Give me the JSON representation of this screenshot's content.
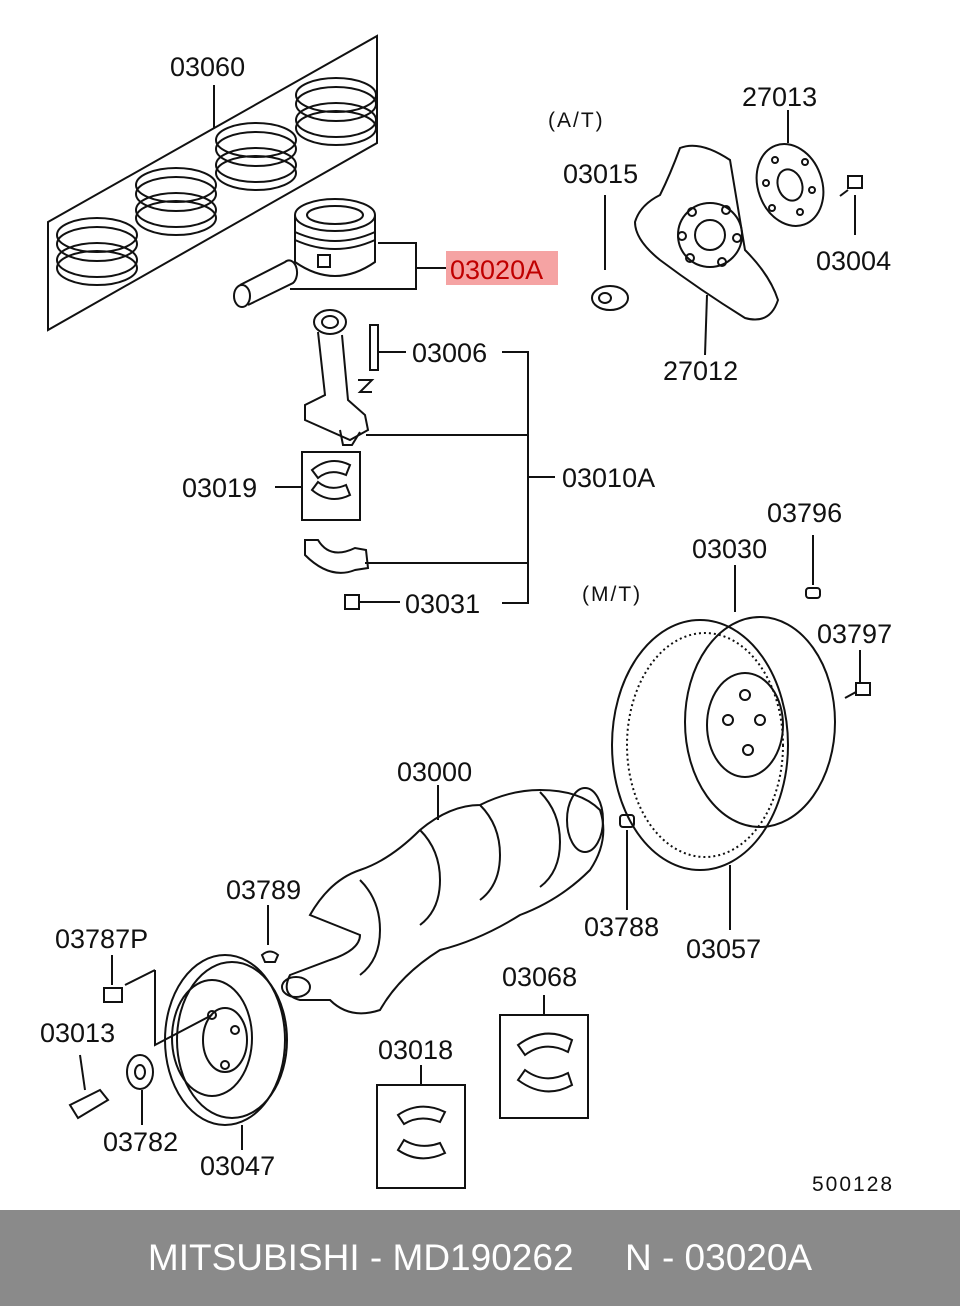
{
  "diagram": {
    "labels": {
      "p03060": "03060",
      "p03020A": "03020A",
      "p03006": "03006",
      "p03010A": "03010A",
      "p03019": "03019",
      "p03031": "03031",
      "at": "(A/T)",
      "p27013": "27013",
      "p03015": "03015",
      "p03004": "03004",
      "p27012": "27012",
      "p03796": "03796",
      "p03030": "03030",
      "mt": "(M/T)",
      "p03797": "03797",
      "p03000": "03000",
      "p03789": "03789",
      "p03787P": "03787P",
      "p03013": "03013",
      "p03782": "03782",
      "p03047": "03047",
      "p03018": "03018",
      "p03068": "03068",
      "p03788": "03788",
      "p03057": "03057",
      "figure_no": "500128"
    },
    "highlight_color": "#f5a3a3"
  },
  "footer": {
    "brand": "MITSUBISHI",
    "sep1": " - ",
    "part_number": "MD190262",
    "gap": "     ",
    "ref": "N - 03020A"
  }
}
